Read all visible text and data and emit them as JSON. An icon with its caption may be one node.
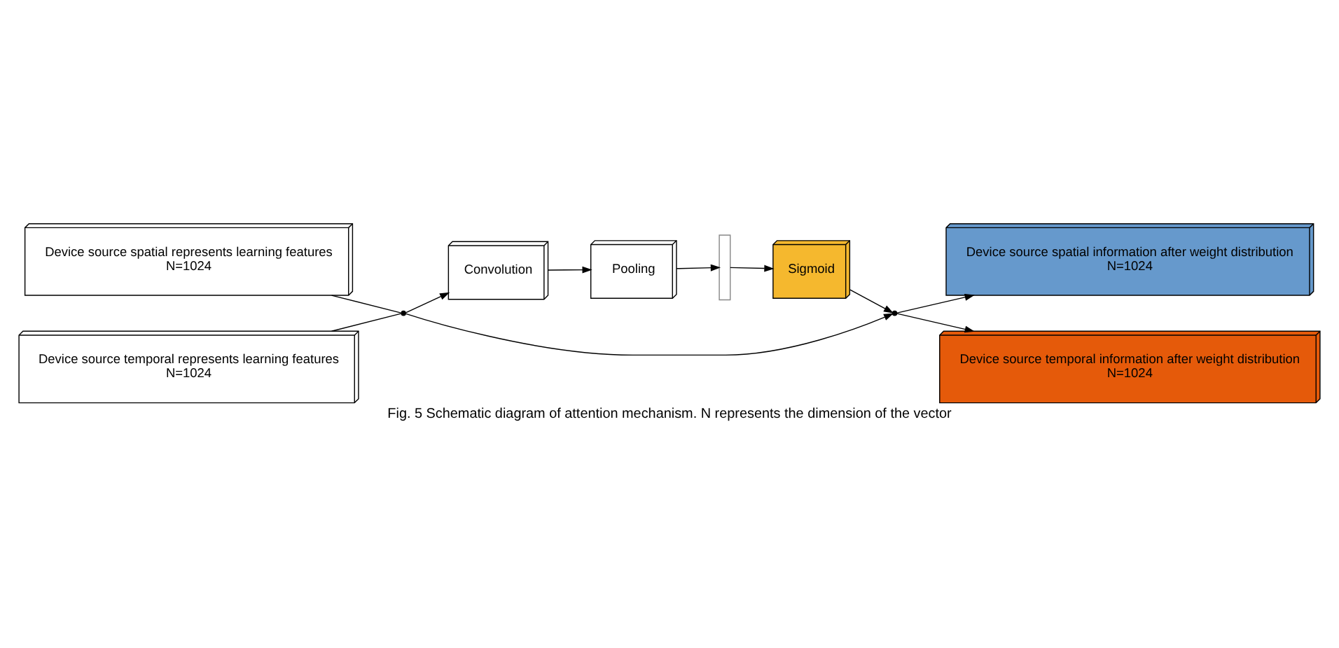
{
  "diagram": {
    "caption": "Fig. 5 Schematic diagram of attention mechanism. N represents the dimension of the vector",
    "nodes": [
      {
        "text": [
          "Device source spatial represents learning features",
          "N=1024"
        ]
      },
      {
        "text": [
          "Device source temporal represents learning features",
          "N=1024"
        ]
      },
      {
        "text": [],
        "shape": "point"
      },
      {
        "text": [
          "Convolution"
        ]
      },
      {
        "text": [
          "Pooling"
        ]
      },
      {
        "text": [],
        "shape": "bar"
      },
      {
        "text": [
          "Sigmoid"
        ]
      },
      {
        "text": [],
        "shape": "point"
      },
      {
        "text": [
          "Device source spatial information after weight distribution",
          "N=1024"
        ]
      },
      {
        "text": [
          "Device source temporal information after weight distribution",
          "N=1024"
        ]
      }
    ],
    "edges": [
      {
        "from": 0,
        "to": 2,
        "arrow": "none"
      },
      {
        "from": 1,
        "to": 2,
        "arrow": "none"
      },
      {
        "from": 2,
        "to": 3,
        "arrow": "to"
      },
      {
        "from": 3,
        "to": 4,
        "arrow": "to"
      },
      {
        "from": 4,
        "to": 5,
        "arrow": "to"
      },
      {
        "from": 5,
        "to": 6,
        "arrow": "to"
      },
      {
        "from": 6,
        "to": 7,
        "arrow": "to"
      },
      {
        "from": 2,
        "to": 7,
        "arrow": "to"
      },
      {
        "from": 7,
        "to": 8,
        "arrow": "to"
      },
      {
        "from": 7,
        "to": 9,
        "arrow": "to"
      }
    ]
  }
}
